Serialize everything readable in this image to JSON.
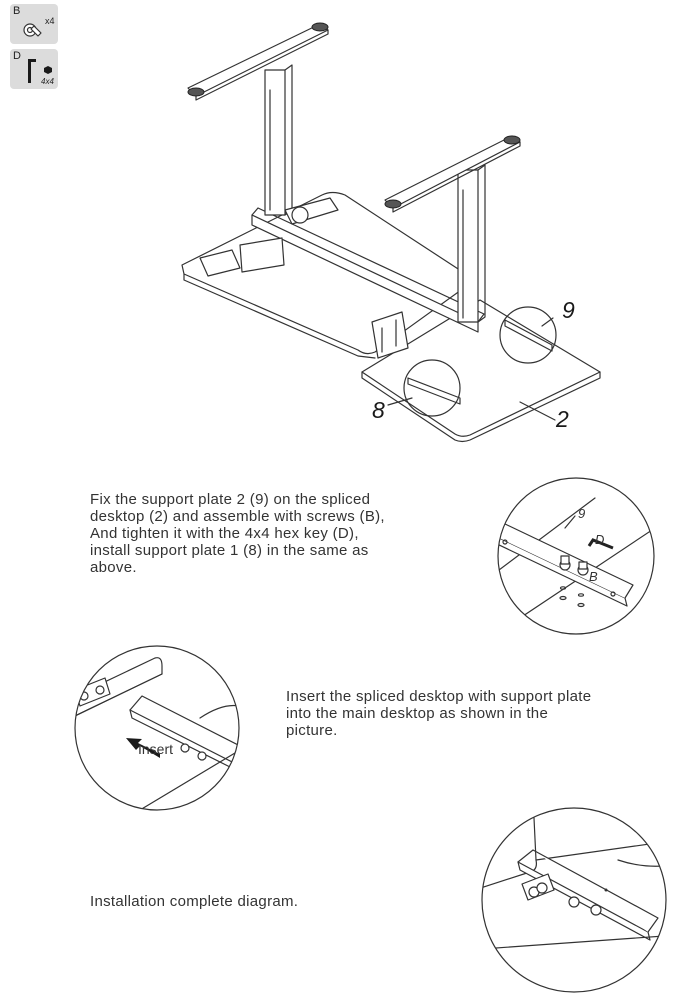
{
  "parts": [
    {
      "letter": "B",
      "qty": "x4",
      "icon": "screw-icon"
    },
    {
      "letter": "D",
      "qty": "4x4",
      "icon": "hex-key-icon"
    }
  ],
  "main_diagram": {
    "callouts": {
      "support_plate_2": "9",
      "support_plate_1": "8",
      "spliced_desktop": "2"
    }
  },
  "steps": [
    {
      "text": "Fix the support plate 2 (9) on the spliced desktop (2) and assemble with screws (B), And tighten it with the 4x4 hex key (D), install support plate 1 (8) in the same as above.",
      "lines": [
        "Fix the support plate 2 (9) on the spliced",
        "desktop (2) and assemble with screws (B),",
        "And tighten it with the 4x4 hex key (D),",
        "install support plate 1 (8) in the same as",
        "above."
      ],
      "detail_labels": {
        "plate": "9",
        "key": "D",
        "screw": "B"
      }
    },
    {
      "text": "Insert the spliced desktop with support plate into the main desktop as shown in the picture.",
      "lines": [
        "Insert the spliced desktop with support plate",
        "into the main desktop as shown in the",
        "picture."
      ],
      "detail_labels": {
        "action": "Insert"
      }
    },
    {
      "text": "Installation complete diagram.",
      "lines": [
        "Installation complete diagram."
      ]
    }
  ]
}
